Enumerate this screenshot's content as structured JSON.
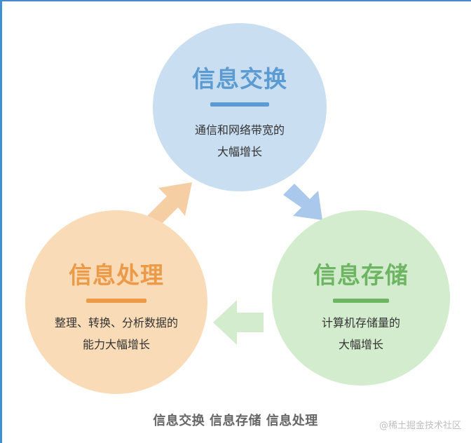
{
  "diagram": {
    "nodes": [
      {
        "title": "信息交换",
        "desc_line1": "通信和网络带宽的",
        "desc_line2": "大幅增长",
        "color": "#5b9bd2",
        "fill": "#c9def1"
      },
      {
        "title": "信息存储",
        "desc_line1": "计算机存储量的",
        "desc_line2": "大幅增长",
        "color": "#6db463",
        "fill": "#d3eccd"
      },
      {
        "title": "信息处理",
        "desc_line1": "整理、转换、分析数据的",
        "desc_line2": "能力大幅增长",
        "color": "#ec9a48",
        "fill": "#fadbb7"
      }
    ],
    "edges": [
      {
        "from": "信息交换",
        "to": "信息存储",
        "color": "#a9c8ec"
      },
      {
        "from": "信息存储",
        "to": "信息处理",
        "color": "#d3eccd"
      },
      {
        "from": "信息处理",
        "to": "信息交换",
        "color": "#f6cea3"
      }
    ]
  },
  "caption": "信息交换 信息存储 信息处理",
  "watermark": "@稀土掘金技术社区"
}
